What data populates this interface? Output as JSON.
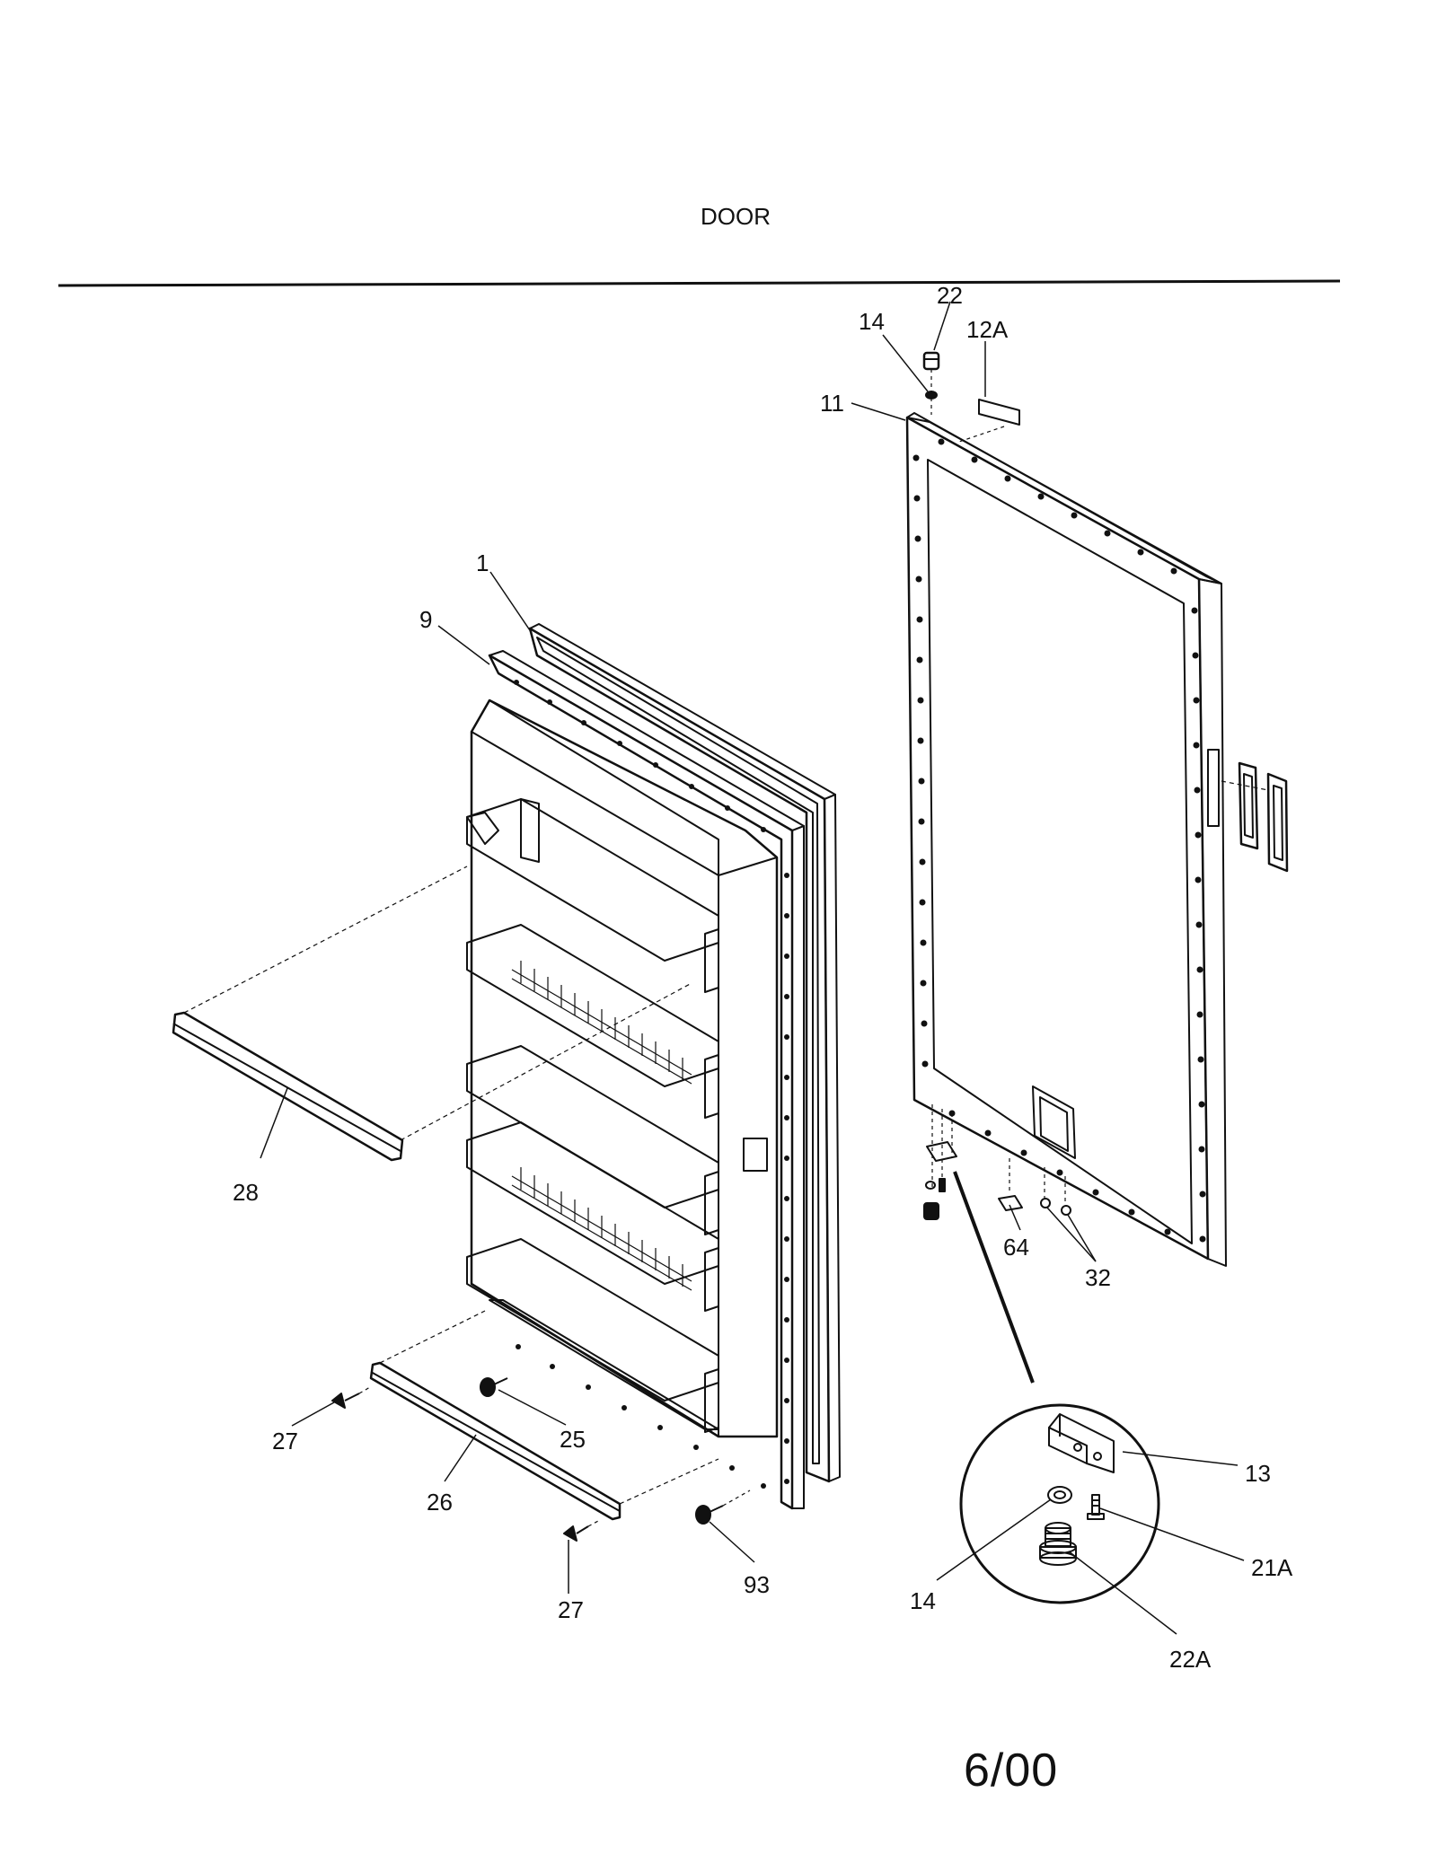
{
  "title": "DOOR",
  "date_code": "6/00",
  "callouts": [
    {
      "id": "22"
    },
    {
      "id": "14"
    },
    {
      "id": "12A"
    },
    {
      "id": "11"
    },
    {
      "id": "1"
    },
    {
      "id": "9"
    },
    {
      "id": "28"
    },
    {
      "id": "64"
    },
    {
      "id": "32"
    },
    {
      "id": "13"
    },
    {
      "id": "21A"
    },
    {
      "id": "14"
    },
    {
      "id": "22A"
    },
    {
      "id": "27"
    },
    {
      "id": "25"
    },
    {
      "id": "26"
    },
    {
      "id": "93"
    },
    {
      "id": "27"
    }
  ]
}
